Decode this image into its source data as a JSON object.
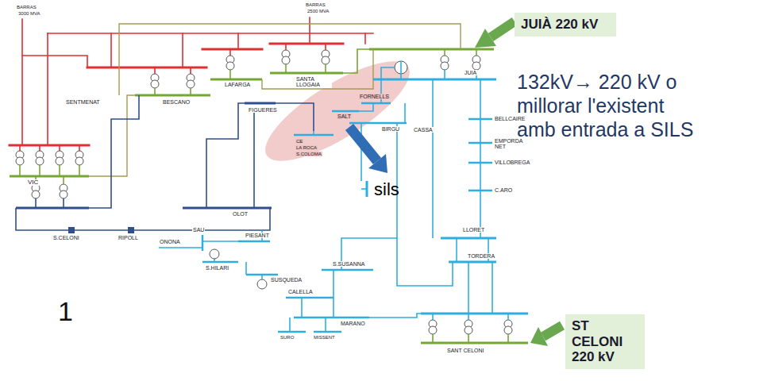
{
  "diagram": {
    "nodes": [
      {
        "text": [
          "JUIÀ 220 kV"
        ]
      },
      {
        "text": [
          "ST CELONI 220 kV"
        ]
      }
    ],
    "labels": [
      "BARRAS",
      "3000 MVA",
      "BARRAS",
      "2500 MVA",
      "SENTMENAT",
      "BESCANO",
      "LAFARGA",
      "SANTA LLOGAIA",
      "JUIA",
      "VIC",
      "S.CELONI",
      "RIPOLL",
      "OLOT",
      "FIGUERES",
      "SALT",
      "FORNELLS",
      "CE",
      "LA ROCA",
      "S.COLOMA",
      "BIRGU",
      "CASSA",
      "BELLCAIRE",
      "EMPORDA NET",
      "VILLOBREGA",
      "C.ARO",
      "LLORET",
      "TORDERA",
      "SANT CELONI",
      "S.SUSANNA",
      "CALELLA",
      "MARANO",
      "SURO",
      "MISSENT",
      "ONONA",
      "SAU",
      "PIESANT",
      "S.HILARI",
      "SUSQUEDA",
      "sils",
      "132kV→ 220 kV o millorar l'existent amb entrada a SILS",
      "1"
    ]
  }
}
